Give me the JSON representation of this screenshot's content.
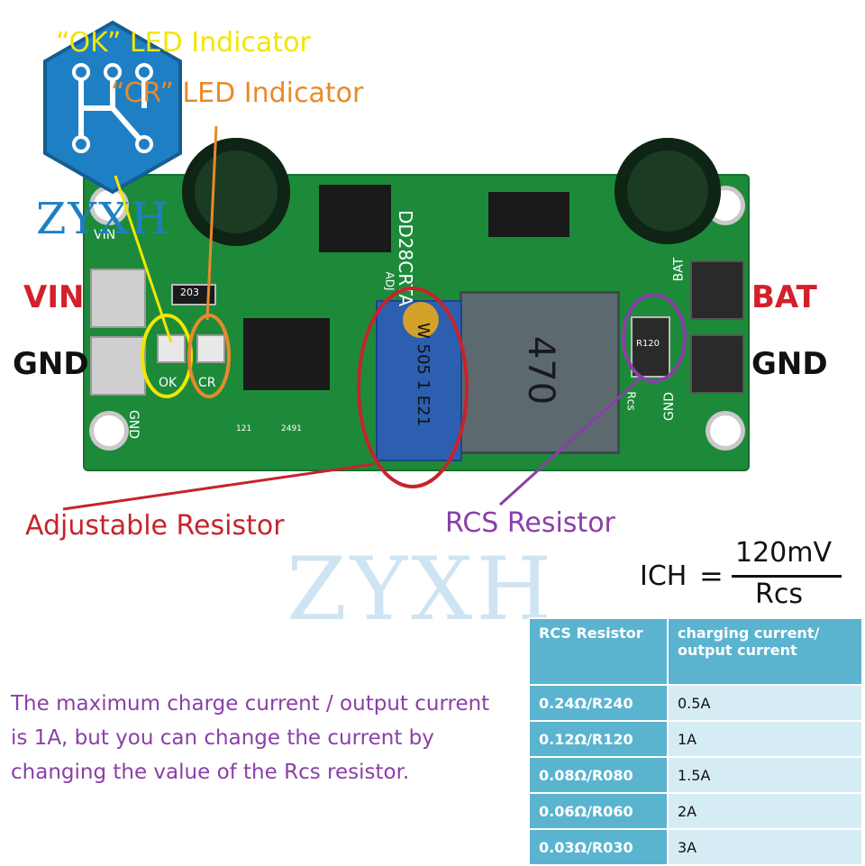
{
  "logo": {
    "text": "ZYXH"
  },
  "watermark": {
    "text": "ZYXH"
  },
  "callouts": {
    "led_ok": "“OK” LED Indicator",
    "led_cr": "“CR” LED Indicator",
    "adjustable": "Adjustable Resistor",
    "rcs": "RCS Resistor"
  },
  "terminals": {
    "vin": "VIN",
    "gnd_left": "GND",
    "bat": "BAT",
    "gnd_right": "GND"
  },
  "board_silk": {
    "model": "DD28CRTA",
    "vin": "VIN",
    "bat": "BAT",
    "gnd_left": "GND",
    "gnd_right": "GND",
    "ok": "OK",
    "cr": "CR",
    "rcs": "Rcs",
    "adj": "ADJ",
    "inductor": "470",
    "rcs_code": "R120",
    "res1": "203",
    "res2": "121",
    "res3": "2491",
    "trimpot": "W 505 1 E21"
  },
  "formula": {
    "lhs": "ICH",
    "eq": "=",
    "numerator": "120mV",
    "denominator": "Rcs"
  },
  "note": {
    "line1": "The maximum charge current / output current",
    "line2": "is 1A, but you can change the current by",
    "line3": "changing the value of the Rcs resistor."
  },
  "table": {
    "headers": [
      "RCS Resistor",
      "charging current/ output current"
    ],
    "rows": [
      [
        "0.24Ω/R240",
        "0.5A"
      ],
      [
        "0.12Ω/R120",
        "1A"
      ],
      [
        "0.08Ω/R080",
        "1.5A"
      ],
      [
        "0.06Ω/R060",
        "2A"
      ],
      [
        "0.03Ω/R030",
        "3A"
      ]
    ]
  },
  "colors": {
    "led_ok": "#f2e600",
    "led_cr": "#e88a2a",
    "adjustable": "#c7232c",
    "rcs": "#8a3fa8",
    "table_header": "#5ab4cf",
    "table_cell": "#d6ecf4",
    "pcb": "#1d8a3a",
    "logo": "#1f7fc4"
  }
}
